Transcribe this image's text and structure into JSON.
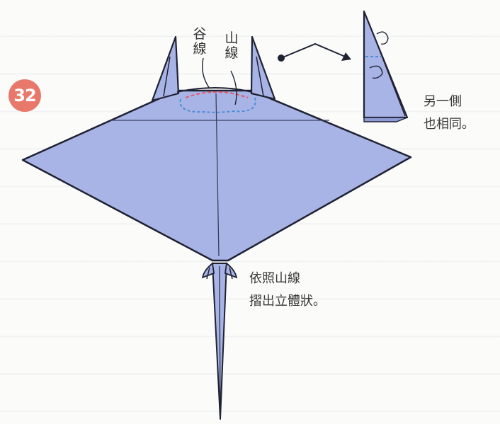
{
  "step": {
    "number": "32",
    "badge_color": "#e8786a"
  },
  "fold_labels": {
    "valley": "谷線",
    "mountain": "山線"
  },
  "notes": {
    "other_side": [
      "另一側",
      "也相同。"
    ],
    "instruction": [
      "依照山線",
      "摺出立體狀。"
    ]
  },
  "colors": {
    "paper": "#a9b4e6",
    "paper_dark": "#8f9bd6",
    "outline": "#1f2233",
    "valley_line": "#e05a6a",
    "mountain_line": "#4a8fd6"
  }
}
